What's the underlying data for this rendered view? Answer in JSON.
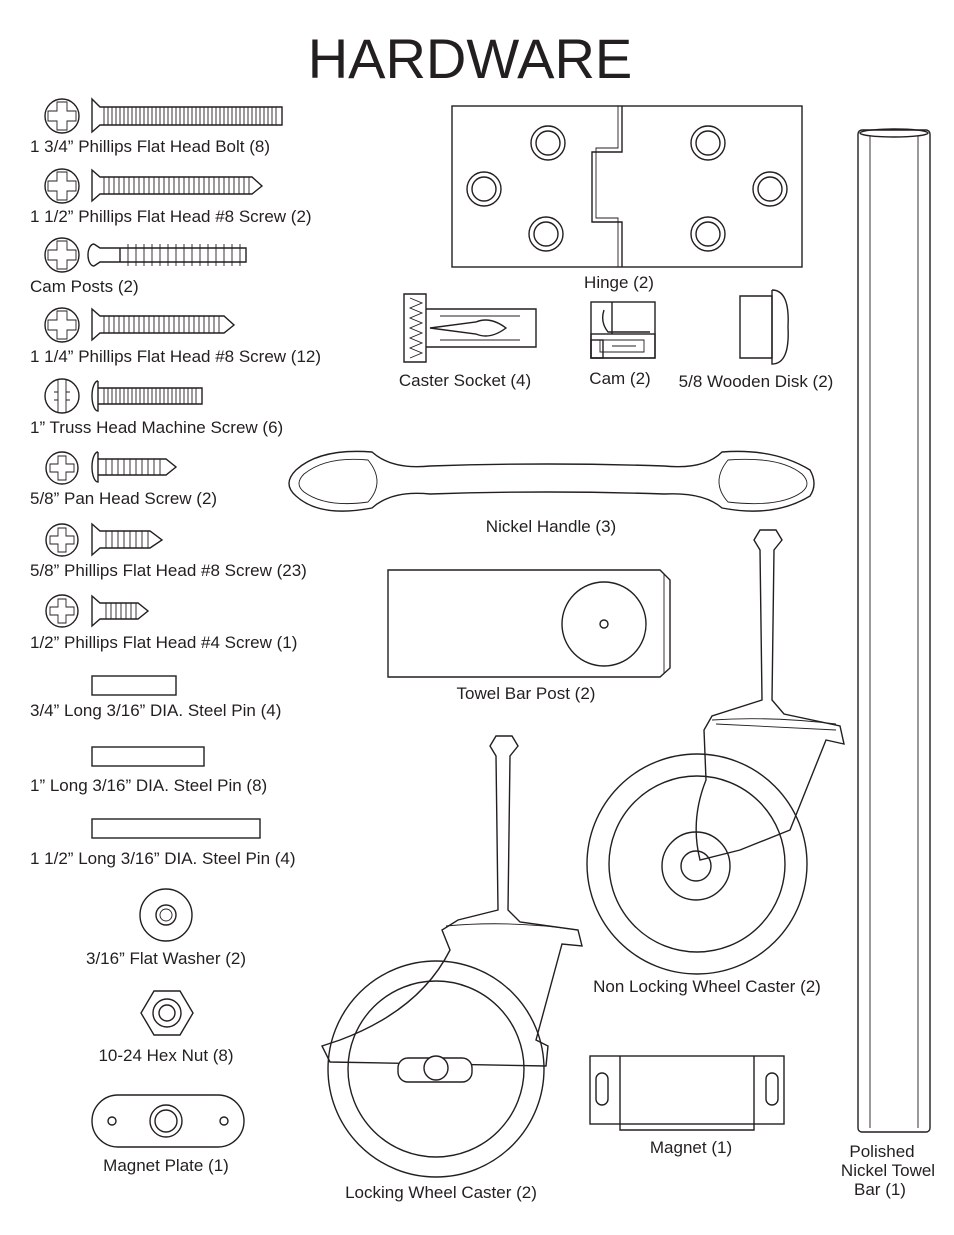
{
  "page": {
    "title": "HARDWARE"
  },
  "parts": {
    "bolt_134": "1 3/4” Phillips Flat Head Bolt (8)",
    "screw_112": "1 1/2” Phillips Flat Head #8 Screw (2)",
    "cam_posts": "Cam Posts (2)",
    "screw_114": "1 1/4” Phillips Flat Head #8 Screw (12)",
    "truss_1": "1” Truss Head Machine Screw (6)",
    "pan_58": "5/8” Pan Head Screw (2)",
    "screw_58": "5/8” Phillips Flat Head #8 Screw (23)",
    "screw_12": "1/2” Phillips Flat Head #4 Screw (1)",
    "pin_34": "3/4” Long 3/16” DIA. Steel Pin (4)",
    "pin_1": "1” Long 3/16” DIA. Steel Pin (8)",
    "pin_112": "1 1/2” Long 3/16” DIA. Steel Pin (4)",
    "washer": "3/16” Flat Washer (2)",
    "hex_nut": "10-24 Hex Nut (8)",
    "magnet_plate": "Magnet Plate (1)",
    "hinge": "Hinge (2)",
    "caster_socket": "Caster Socket (4)",
    "cam": "Cam (2)",
    "wooden_disk": "5/8 Wooden Disk (2)",
    "nickel_handle": "Nickel Handle (3)",
    "towel_bar_post": "Towel Bar Post (2)",
    "non_locking_caster": "Non Locking Wheel Caster (2)",
    "locking_caster": "Locking Wheel Caster (2)",
    "magnet": "Magnet (1)",
    "towel_bar_line1": "Polished",
    "towel_bar_line2": "Nickel Towel",
    "towel_bar_line3": "Bar (1)"
  }
}
